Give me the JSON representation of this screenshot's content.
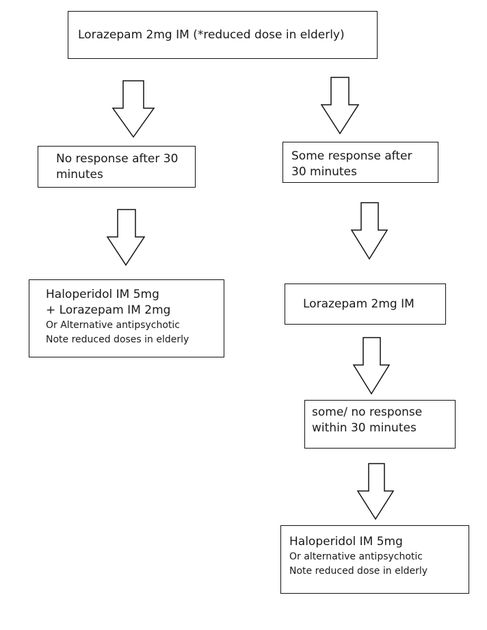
{
  "nodes": {
    "start": {
      "text": "Lorazepam 2mg IM (*reduced dose in elderly)"
    },
    "no_response": {
      "line1": "No response after 30",
      "line2": "minutes"
    },
    "some_response": {
      "line1": "Some response after",
      "line2": "30 minutes"
    },
    "haloperidol_combo": {
      "line1": "Haloperidol IM 5mg",
      "line2": "+ Lorazepam IM 2mg",
      "line3": "Or Alternative antipsychotic",
      "line4": "Note reduced doses in elderly"
    },
    "lorazepam_repeat": {
      "text": "Lorazepam 2mg IM"
    },
    "some_no_response": {
      "line1": "some/ no response",
      "line2": "within 30 minutes"
    },
    "haloperidol_final": {
      "line1": "Haloperidol IM 5mg",
      "line2": "Or alternative antipsychotic",
      "line3": "Note reduced dose in elderly"
    }
  }
}
